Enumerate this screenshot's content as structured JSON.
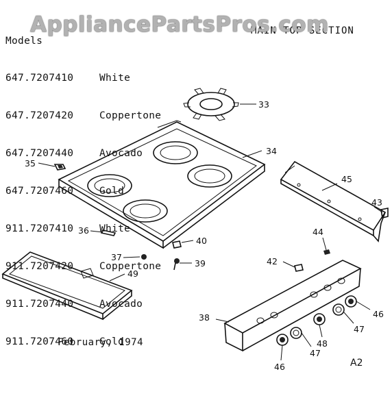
{
  "models": {
    "heading": "Models",
    "rows": [
      {
        "number": "647.7207410",
        "color": "White"
      },
      {
        "number": "647.7207420",
        "color": "Coppertone"
      },
      {
        "number": "647.7207440",
        "color": "Avocado"
      },
      {
        "number": "647.7207460",
        "color": "Gold"
      },
      {
        "number": "911.7207410",
        "color": "White"
      },
      {
        "number": "911.7207420",
        "color": "Coppertone"
      },
      {
        "number": "911.7207440",
        "color": "Avocado"
      },
      {
        "number": "911.7207460",
        "color": "Gold"
      }
    ]
  },
  "section_title": "MAIN TOP SECTION",
  "watermark": "AppliancePartsPros.com",
  "date": "February, 1974",
  "page_code": "A2",
  "callouts": {
    "p33": "33",
    "p34": "34",
    "p35": "35",
    "p36": "36",
    "p37": "37",
    "p38": "38",
    "p39": "39",
    "p40": "40",
    "p42": "42",
    "p43": "43",
    "p44": "44",
    "p45": "45",
    "p46a": "46",
    "p46b": "46",
    "p47a": "47",
    "p47b": "47",
    "p48": "48",
    "p49": "49"
  }
}
